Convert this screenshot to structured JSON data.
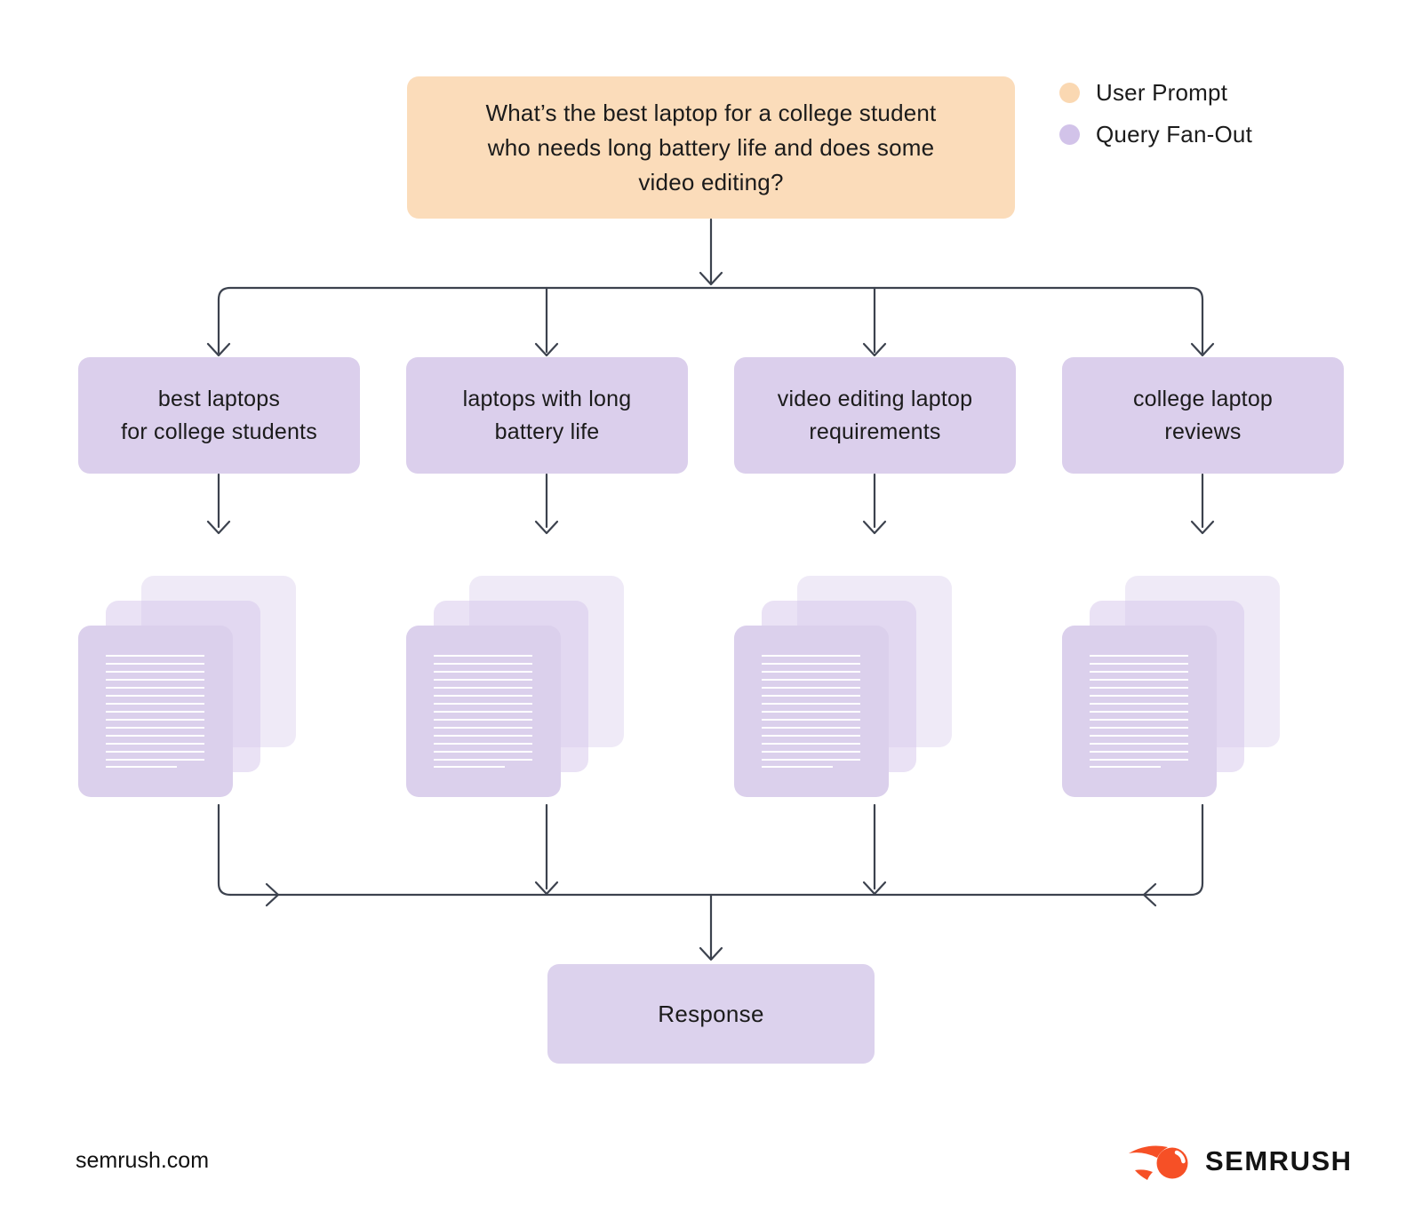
{
  "prompt": {
    "text": "What’s the best laptop for a college student\nwho needs long battery life and does some\nvideo editing?"
  },
  "legend": {
    "items": [
      {
        "label": "User Prompt",
        "color": "#FAD8B2"
      },
      {
        "label": "Query Fan-Out",
        "color": "#D2C3E9"
      }
    ]
  },
  "queries": [
    {
      "label": "best laptops\nfor college students"
    },
    {
      "label": "laptops with long\nbattery life"
    },
    {
      "label": "video editing laptop\nrequirements"
    },
    {
      "label": "college laptop\nreviews"
    }
  ],
  "response": {
    "label": "Response"
  },
  "footer": {
    "site": "semrush.com",
    "brand": "SEMRUSH"
  },
  "colors": {
    "user_prompt_box": "#FBDCBA",
    "query_box": "#DBCFEC",
    "connector": "#3C424E",
    "brand_orange": "#F65026"
  }
}
